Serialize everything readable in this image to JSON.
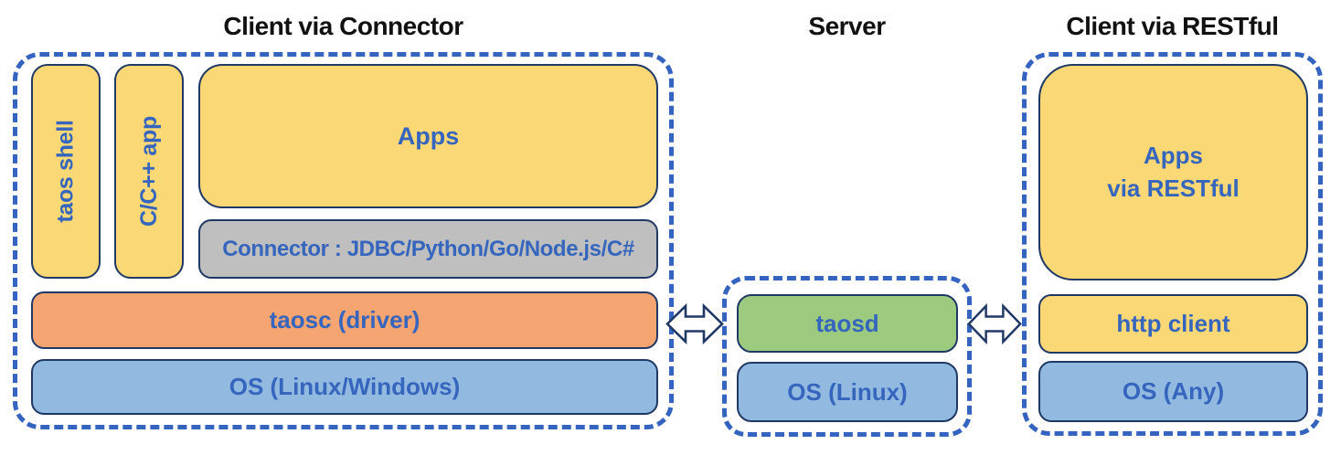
{
  "titles": {
    "left": "Client via Connector",
    "center": "Server",
    "right": "Client via RESTful"
  },
  "nodes": {
    "taos_shell": "taos shell",
    "cpp_app": "C/C++ app",
    "apps": "Apps",
    "connector": "Connector : JDBC/Python/Go/Node.js/C#",
    "taosc": "taosc (driver)",
    "os_left": "OS (Linux/Windows)",
    "taosd": "taosd",
    "os_server": "OS (Linux)",
    "apps_restful_line1": "Apps",
    "apps_restful_line2": "via RESTful",
    "http_client": "http client",
    "os_any": "OS (Any)"
  },
  "icons": {
    "left_arrow": "double-headed-arrow",
    "right_arrow": "double-headed-arrow"
  },
  "colors": {
    "dashed_border": "#3564C0",
    "node_border": "#1F3864",
    "label_blue": "#3565BD",
    "yellow": "#FBD876",
    "orange": "#F5A572",
    "blue": "#92BAE1",
    "green": "#9CCB80",
    "gray": "#BFBFBF",
    "title": "#111111",
    "arrow_fill": "#FFFFFF"
  }
}
